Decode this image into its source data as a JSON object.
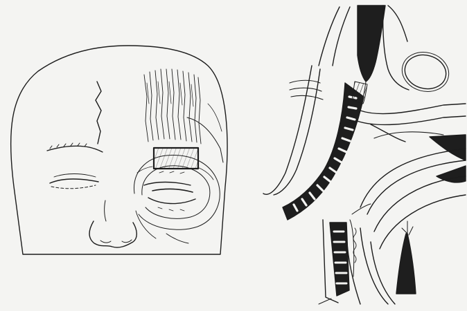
{
  "figure": {
    "panels": [
      {
        "id": "face",
        "description_icon": "frontal-face-line-drawing"
      },
      {
        "id": "section",
        "description_icon": "sagittal-section-eyelid-muscle-diagram"
      }
    ]
  },
  "colors": {
    "background": "#f4f4f2",
    "ink": "#1c1c1c",
    "fill_dark": "#1e1e1e"
  }
}
